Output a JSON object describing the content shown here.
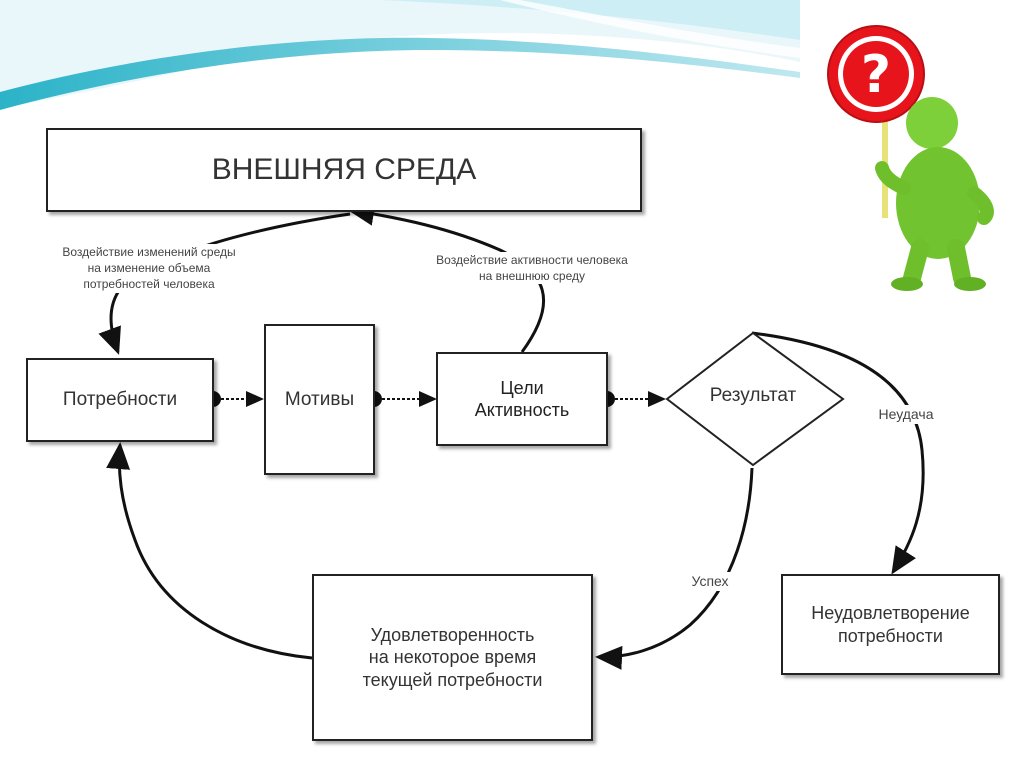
{
  "diagram": {
    "nodes": {
      "environment": "ВНЕШНЯЯ СРЕДА",
      "needs": "Потребности",
      "motives": "Мотивы",
      "goals": "Цели\nАктивность",
      "result": "Результат",
      "satisfaction": "Удовлетворенность\nна некоторое время\nтекущей потребности",
      "dissatisfaction": "Неудовлетворение\nпотребности"
    },
    "edge_labels": {
      "env_to_needs": "Воздействие изменений среды\nна изменение объема\nпотребностей человека",
      "activity_to_env": "Воздействие активности человека\nна внешнюю среду",
      "failure": "Неудача",
      "success": "Успех"
    },
    "illustration": {
      "sign_text": "?",
      "description_icon": "question-person-icon"
    }
  },
  "colors": {
    "wave_light": "#dff3f8",
    "wave_teal": "#27b6c9",
    "figure_green": "#7ed03a",
    "sign_red": "#e8141b"
  }
}
